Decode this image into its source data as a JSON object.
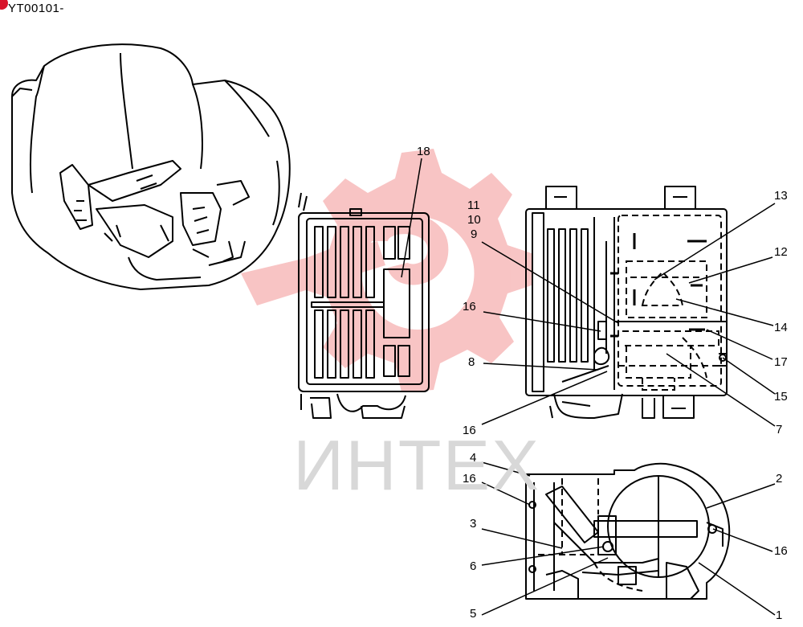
{
  "drawing_code": "YT00101-",
  "watermark": {
    "text": "ИНТЕХ",
    "color": "#f28b8b"
  },
  "corner_badge_color": "#d8142a",
  "callouts": [
    {
      "id": "c18",
      "label": "18"
    },
    {
      "id": "c11",
      "label": "11"
    },
    {
      "id": "c10",
      "label": "10"
    },
    {
      "id": "c9",
      "label": "9"
    },
    {
      "id": "c16a",
      "label": "16"
    },
    {
      "id": "c8",
      "label": "8"
    },
    {
      "id": "c16b",
      "label": "16"
    },
    {
      "id": "c13",
      "label": "13"
    },
    {
      "id": "c12",
      "label": "12"
    },
    {
      "id": "c14",
      "label": "14"
    },
    {
      "id": "c17",
      "label": "17"
    },
    {
      "id": "c15",
      "label": "15"
    },
    {
      "id": "c7",
      "label": "7"
    },
    {
      "id": "c4",
      "label": "4"
    },
    {
      "id": "c16c",
      "label": "16"
    },
    {
      "id": "c2",
      "label": "2"
    },
    {
      "id": "c3",
      "label": "3"
    },
    {
      "id": "c16d",
      "label": "16"
    },
    {
      "id": "c6",
      "label": "6"
    },
    {
      "id": "c5",
      "label": "5"
    },
    {
      "id": "c1",
      "label": "1"
    }
  ]
}
